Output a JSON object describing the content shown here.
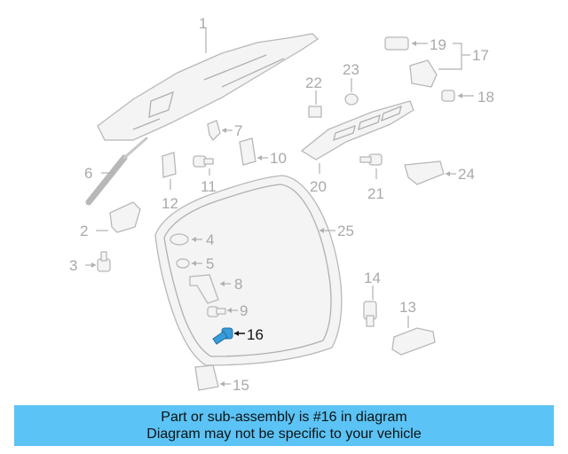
{
  "callouts": {
    "c1": "1",
    "c2": "2",
    "c3": "3",
    "c4": "4",
    "c5": "5",
    "c6": "6",
    "c7": "7",
    "c8": "8",
    "c9": "9",
    "c10": "10",
    "c11": "11",
    "c12": "12",
    "c13": "13",
    "c14": "14",
    "c15": "15",
    "c16": "16",
    "c17": "17",
    "c18": "18",
    "c19": "19",
    "c20": "20",
    "c21": "21",
    "c22": "22",
    "c23": "23",
    "c24": "24",
    "c25": "25"
  },
  "highlight_part": "16",
  "colors": {
    "banner": "#5bc3f5",
    "highlight": "#3a9bd9",
    "line": "#b0b0b0",
    "label": "#a9a9a9"
  },
  "banner": {
    "line1": "Part or sub-assembly is #16 in diagram",
    "line2": "Diagram may not be specific to your vehicle"
  }
}
